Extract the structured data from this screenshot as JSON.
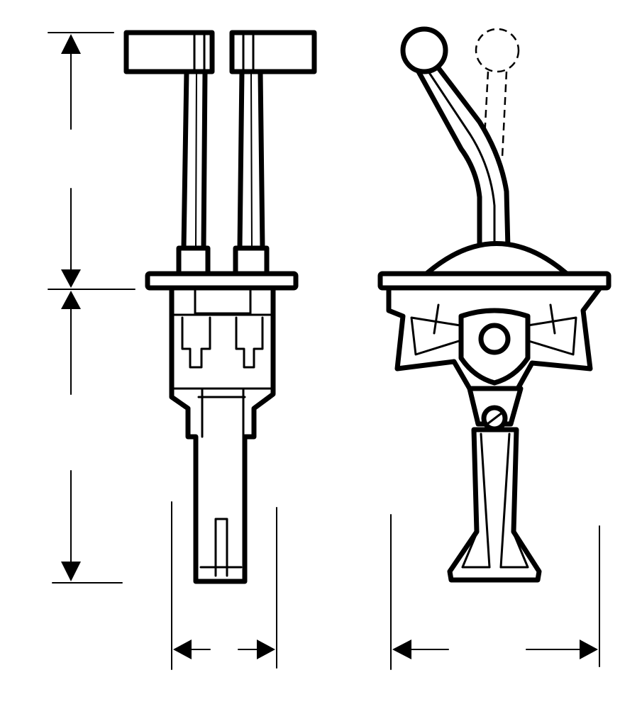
{
  "figure": {
    "views": [
      "front-view",
      "side-view"
    ],
    "dimension_lines": 4
  }
}
